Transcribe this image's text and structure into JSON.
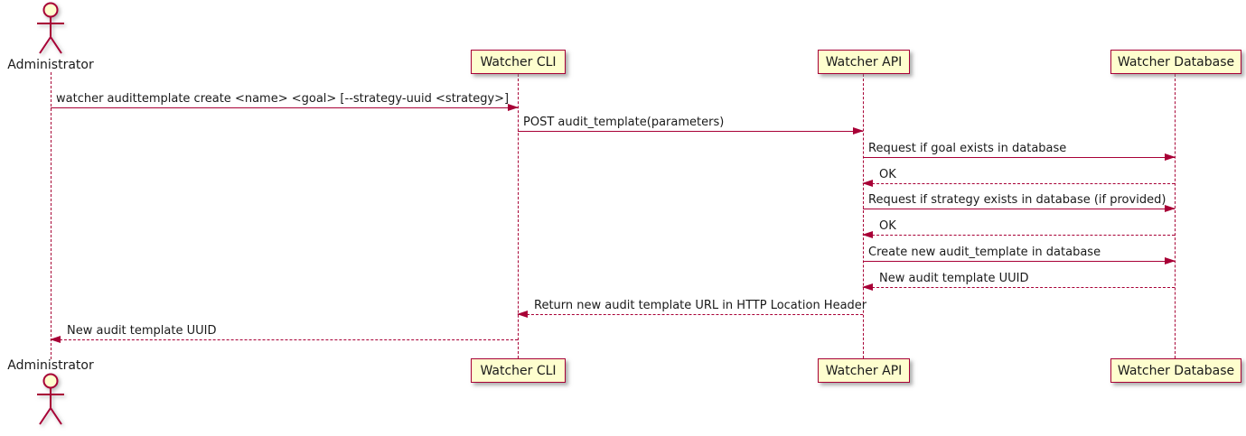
{
  "diagram": {
    "type": "uml-sequence",
    "participants": [
      {
        "label": "Administrator",
        "kind": "actor"
      },
      {
        "label": "Watcher CLI",
        "kind": "participant"
      },
      {
        "label": "Watcher API",
        "kind": "participant"
      },
      {
        "label": "Watcher Database",
        "kind": "participant"
      }
    ],
    "messages": [
      {
        "from": "Administrator",
        "to": "Watcher CLI",
        "style": "solid",
        "text": "watcher audittemplate create <name> <goal> [--strategy-uuid <strategy>]"
      },
      {
        "from": "Watcher CLI",
        "to": "Watcher API",
        "style": "solid",
        "text": "POST audit_template(parameters)"
      },
      {
        "from": "Watcher API",
        "to": "Watcher Database",
        "style": "solid",
        "text": "Request if goal exists in database"
      },
      {
        "from": "Watcher Database",
        "to": "Watcher API",
        "style": "dashed",
        "text": "OK"
      },
      {
        "from": "Watcher API",
        "to": "Watcher Database",
        "style": "solid",
        "text": "Request if strategy exists in database (if provided)"
      },
      {
        "from": "Watcher Database",
        "to": "Watcher API",
        "style": "dashed",
        "text": "OK"
      },
      {
        "from": "Watcher API",
        "to": "Watcher Database",
        "style": "solid",
        "text": "Create new audit_template in database"
      },
      {
        "from": "Watcher Database",
        "to": "Watcher API",
        "style": "dashed",
        "text": "New audit template UUID"
      },
      {
        "from": "Watcher API",
        "to": "Watcher CLI",
        "style": "dashed",
        "text": "Return new audit template URL in HTTP Location Header"
      },
      {
        "from": "Watcher CLI",
        "to": "Administrator",
        "style": "dashed",
        "text": "New audit template UUID"
      }
    ]
  },
  "colors": {
    "background": "#FFFFFF",
    "participant_fill": "#FEFECE",
    "line": "#A80036",
    "text": "#1A1A1A"
  }
}
